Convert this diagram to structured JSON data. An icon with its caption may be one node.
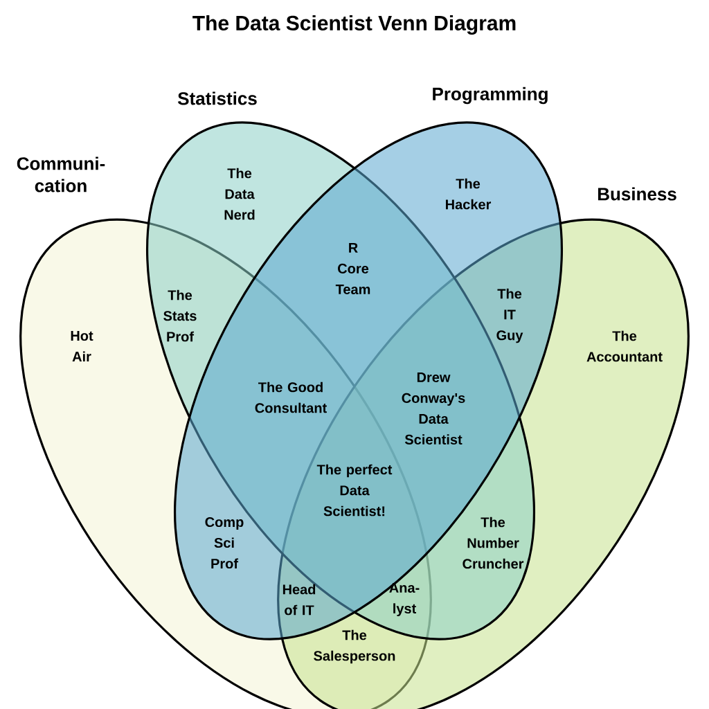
{
  "diagram": {
    "title": "The Data Scientist Venn Diagram",
    "nodes": [
      {
        "text": [
          "Communi-cation"
        ]
      },
      {
        "text": [
          "Business"
        ]
      },
      {
        "text": [
          "Statistics"
        ]
      },
      {
        "text": [
          "Programming"
        ]
      }
    ],
    "labels": [
      "The Data Nerd",
      "The Hacker",
      "R Core Team",
      "The Stats Prof",
      "The IT Guy",
      "Hot Air",
      "The Accountant",
      "The Good Consultant",
      "Drew Conway's Data Scientist",
      "The perfect Data Scientist!",
      "Comp Sci Prof",
      "The Number Cruncher",
      "Head of IT",
      "Ana-lyst",
      "The Salesperson"
    ]
  }
}
